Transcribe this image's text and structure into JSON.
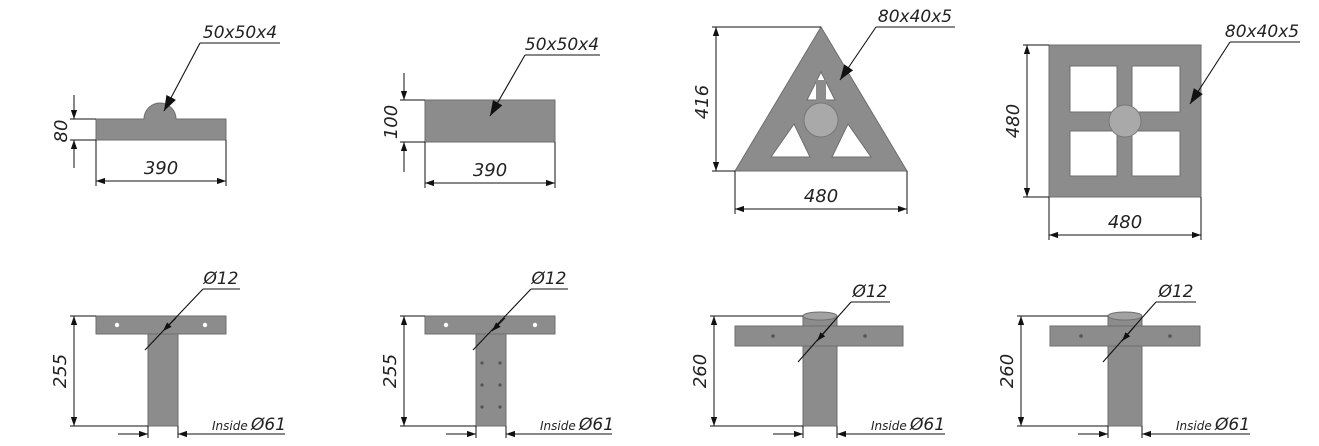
{
  "drawings": {
    "top": [
      {
        "spec": "50x50x4",
        "width": "390",
        "height": "80"
      },
      {
        "spec": "50x50x4",
        "width": "390",
        "height": "100"
      },
      {
        "spec": "80x40x5",
        "width": "480",
        "height": "416"
      },
      {
        "spec": "80x40x5",
        "width": "480",
        "height": "480"
      }
    ],
    "bottom": [
      {
        "hole": "Ø12",
        "height": "255",
        "inside_label": "Inside",
        "inside_value": "Ø61"
      },
      {
        "hole": "Ø12",
        "height": "255",
        "inside_label": "Inside",
        "inside_value": "Ø61"
      },
      {
        "hole": "Ø12",
        "height": "260",
        "inside_label": "Inside",
        "inside_value": "Ø61"
      },
      {
        "hole": "Ø12",
        "height": "260",
        "inside_label": "Inside",
        "inside_value": "Ø61"
      }
    ]
  },
  "colors": {
    "part": "#8c8c8c",
    "part_edge": "#6e6e6e",
    "line": "#111111"
  }
}
